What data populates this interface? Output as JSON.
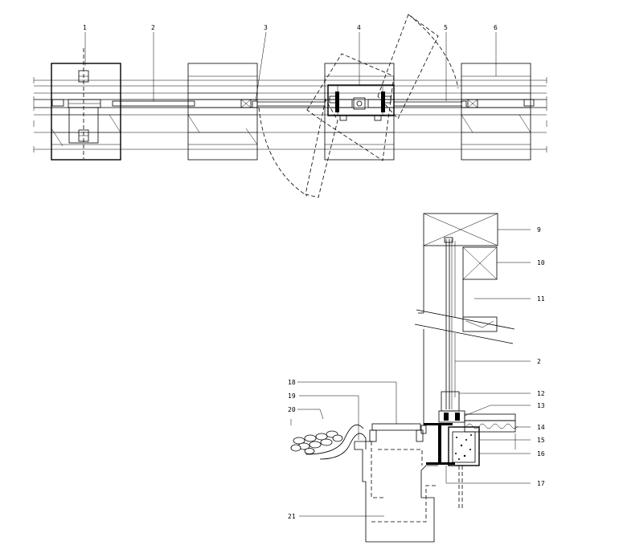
{
  "plan_labels": [
    "1",
    "2",
    "3",
    "4",
    "5",
    "6"
  ],
  "section_labels_right": [
    "9",
    "10",
    "11",
    "2",
    "12",
    "13",
    "14",
    "15",
    "16",
    "17"
  ],
  "section_labels_left": [
    "18",
    "19",
    "20",
    "21"
  ]
}
